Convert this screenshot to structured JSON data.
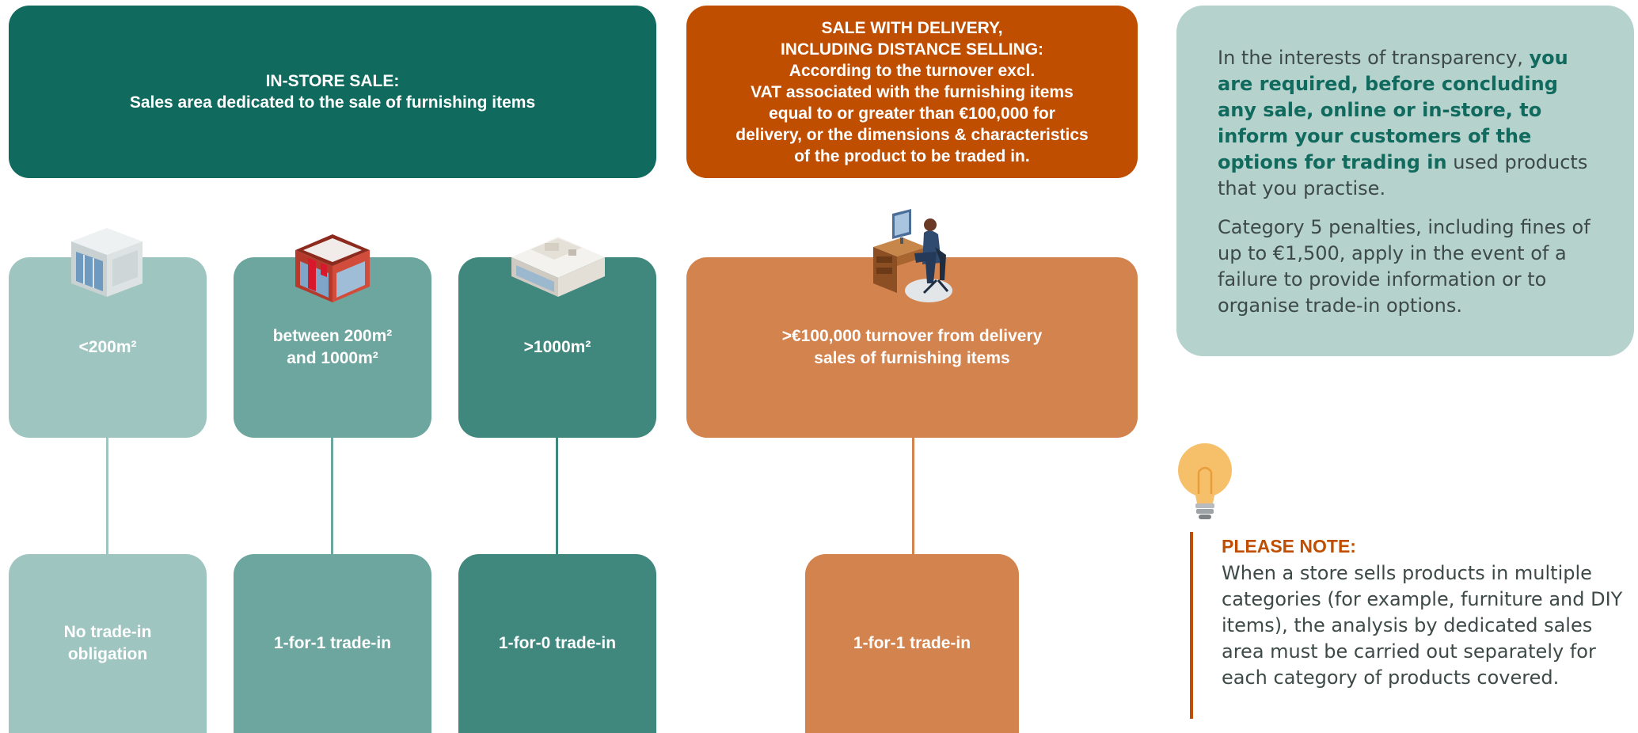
{
  "in_store": {
    "header": "IN-STORE SALE:\nSales area dedicated to the sale of furnishing items",
    "categories": [
      {
        "label": "<200m²",
        "result": "No trade-in\nobligation"
      },
      {
        "label": "between 200m²\nand 1000m²",
        "result": "1-for-1 trade-in"
      },
      {
        "label": ">1000m²",
        "result": "1-for-0 trade-in"
      }
    ]
  },
  "delivery": {
    "header": "SALE WITH DELIVERY,\nINCLUDING DISTANCE SELLING:\nAccording to the turnover excl.\nVAT associated with the furnishing items\nequal to or greater than €100,000 for\ndelivery, or the dimensions & characteristics\nof the product to be traded in.",
    "category": ">€100,000 turnover from delivery\nsales of furnishing items",
    "result": "1-for-1 trade-in"
  },
  "side_card": {
    "p1_start": "In the interests of transparency,",
    "p1_emph": "you are required, before concluding any sale, online or in-store, to inform your customers of the options for trading in",
    "p1_end": "used products that you practise.",
    "p2": "Category 5 penalties, including fines of up to €1,500, apply in the event of a failure to provide information or to organise trade-in options."
  },
  "note": {
    "title": "PLEASE NOTE:",
    "text": "When a store sells products in multiple categories (for example, furniture and DIY items), the analysis by dedicated sales area must be carried out separately for each category of products covered."
  },
  "icons": [
    "small-store-icon",
    "medium-store-icon",
    "large-store-icon",
    "office-worker-icon",
    "lightbulb-icon"
  ],
  "colors": {
    "dark_teal": "#116a5e",
    "teal_1": "#9fc5c0",
    "teal_2": "#6da69f",
    "teal_3": "#40877e",
    "orange_dark": "#c04e01",
    "orange": "#d3834d",
    "side_card": "#b5d2cd"
  }
}
